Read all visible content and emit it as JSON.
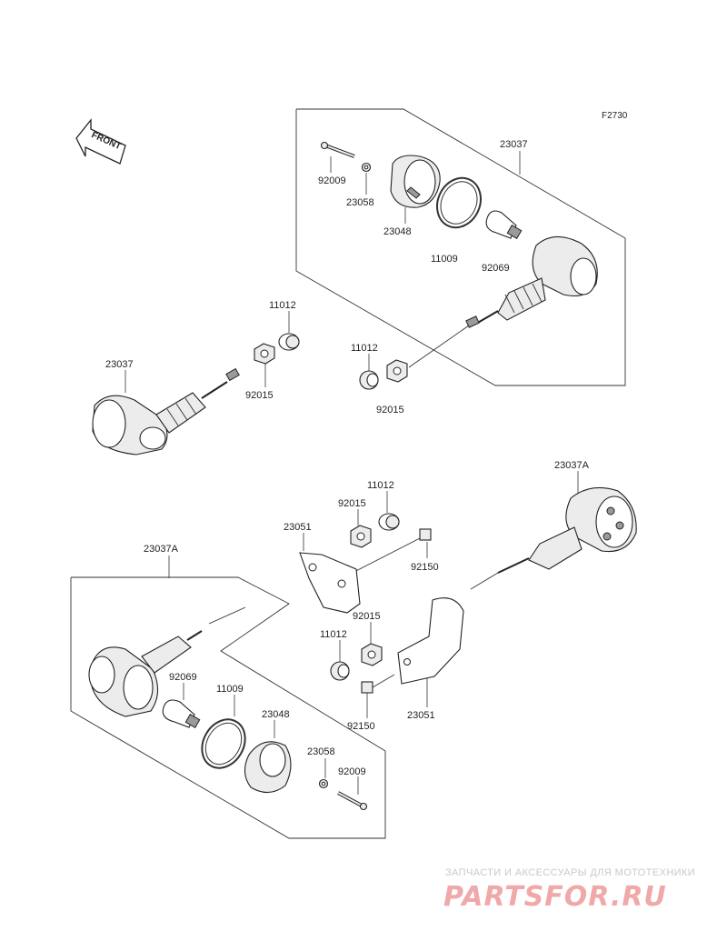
{
  "figure_code": "F2730",
  "front_label": "FRONT",
  "watermark": {
    "tagline": "ЗАПЧАСТИ И АКСЕССУАРЫ ДЛЯ МОТОТЕХНИКИ",
    "brand": "PARTSFOR.RU"
  },
  "labels": {
    "p23037_top": "23037",
    "p92009_top": "92009",
    "p23058_top": "23058",
    "p23048_top": "23048",
    "p11009_top": "11009",
    "p92069_top": "92069",
    "p11012_a": "11012",
    "p23037_left": "23037",
    "p92015_a": "92015",
    "p11012_b": "11012",
    "p92015_b": "92015",
    "p23037A_right": "23037A",
    "p11012_c": "11012",
    "p92015_c": "92015",
    "p23051_a": "23051",
    "p92150_a": "92150",
    "p23037A_left": "23037A",
    "p92015_d": "92015",
    "p11012_d": "11012",
    "p92069_bot": "92069",
    "p11009_bot": "11009",
    "p23048_bot": "23048",
    "p92150_b": "92150",
    "p23051_b": "23051",
    "p23058_bot": "23058",
    "p92009_bot": "92009"
  }
}
